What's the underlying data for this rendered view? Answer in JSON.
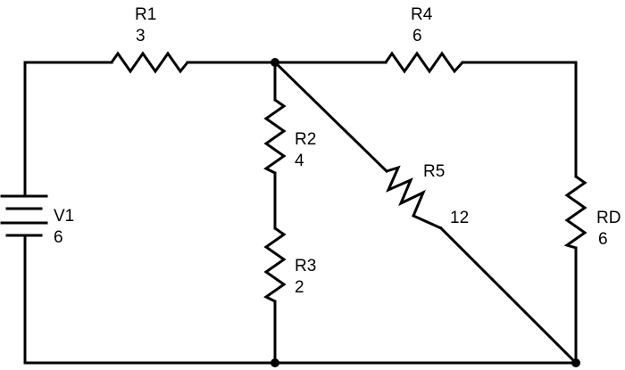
{
  "components": {
    "r1": {
      "name": "R1",
      "value": "3"
    },
    "r2": {
      "name": "R2",
      "value": "4"
    },
    "r3": {
      "name": "R3",
      "value": "2"
    },
    "r4": {
      "name": "R4",
      "value": "6"
    },
    "r5": {
      "name": "R5",
      "value": "12"
    },
    "rd": {
      "name": "RD",
      "value": "6"
    },
    "v1": {
      "name": "V1",
      "value": "6"
    }
  },
  "colors": {
    "stroke": "#000000",
    "background": "#ffffff"
  }
}
